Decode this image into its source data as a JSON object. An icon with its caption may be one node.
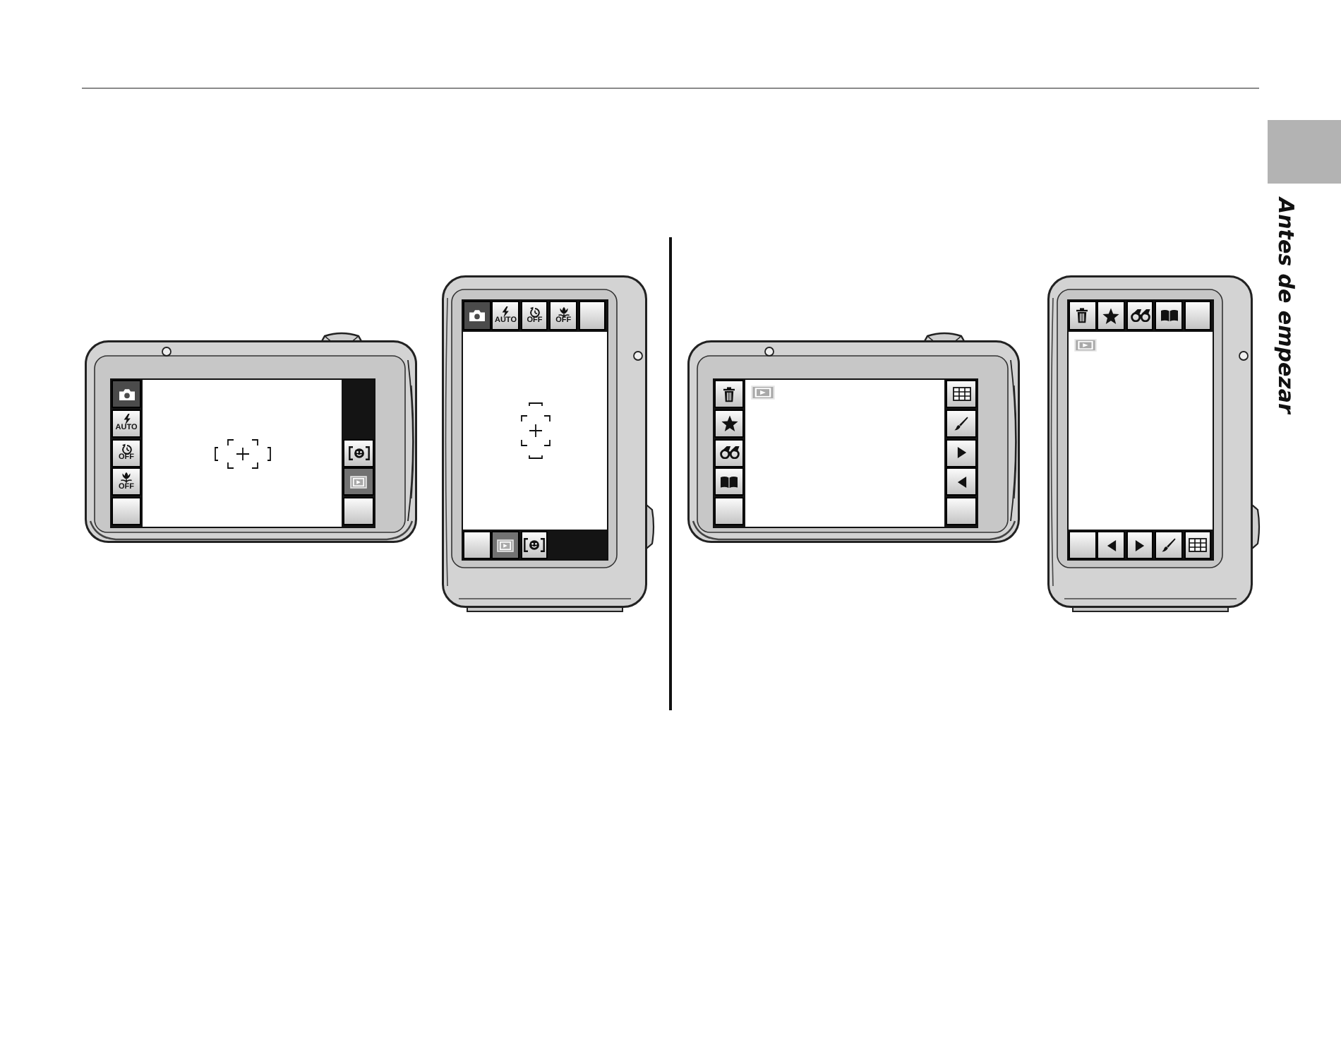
{
  "diagram": {
    "labels": [
      "AUTO",
      "OFF",
      "OFF",
      "AUTO",
      "OFF",
      "OFF",
      "Antes de empezar"
    ]
  }
}
